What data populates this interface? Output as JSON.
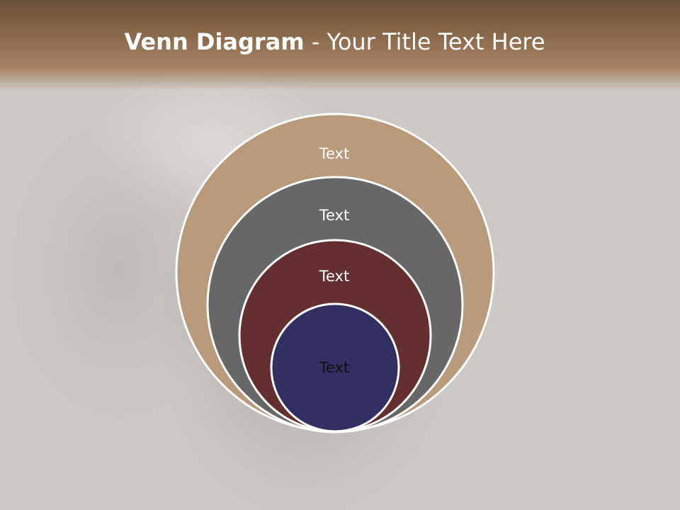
{
  "slide": {
    "title_bold": "Venn Diagram",
    "title_rest": " - Your Title Text Here"
  },
  "diagram": {
    "circles": [
      {
        "label": "Text",
        "fill": "#b89b7b",
        "text_color": "#ffffff"
      },
      {
        "label": "Text",
        "fill": "#676767",
        "text_color": "#ffffff"
      },
      {
        "label": "Text",
        "fill": "#652f30",
        "text_color": "#ffffff"
      },
      {
        "label": "Text",
        "fill": "#323063",
        "text_color": "#111111"
      }
    ],
    "stroke_color": "#ffffff"
  }
}
